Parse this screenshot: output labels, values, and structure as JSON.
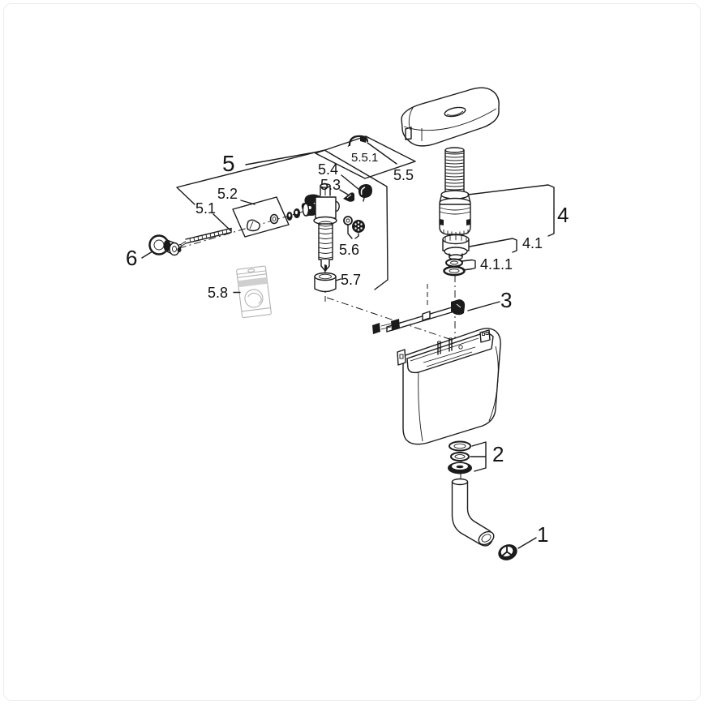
{
  "figure": {
    "type": "exploded-parts-diagram",
    "subject": "flushing-cistern",
    "colors": {
      "background": "#ffffff",
      "line": "#1b1b1b",
      "packet_gray": "#d9d9d9",
      "packet_outline_gray": "#b3b3b3"
    },
    "labels": {
      "part_1": "1",
      "part_2": "2",
      "part_3": "3",
      "part_4": "4",
      "part_4_1": "4.1",
      "part_4_1_1": "4.1.1",
      "part_5": "5",
      "part_5_1": "5.1",
      "part_5_2": "5.2",
      "part_5_3": "5.3",
      "part_5_4": "5.4",
      "part_5_5": "5.5",
      "part_5_5_1": "5.5.1",
      "part_5_6": "5.6",
      "part_5_7": "5.7",
      "part_5_8": "5.8",
      "part_6": "6"
    }
  }
}
